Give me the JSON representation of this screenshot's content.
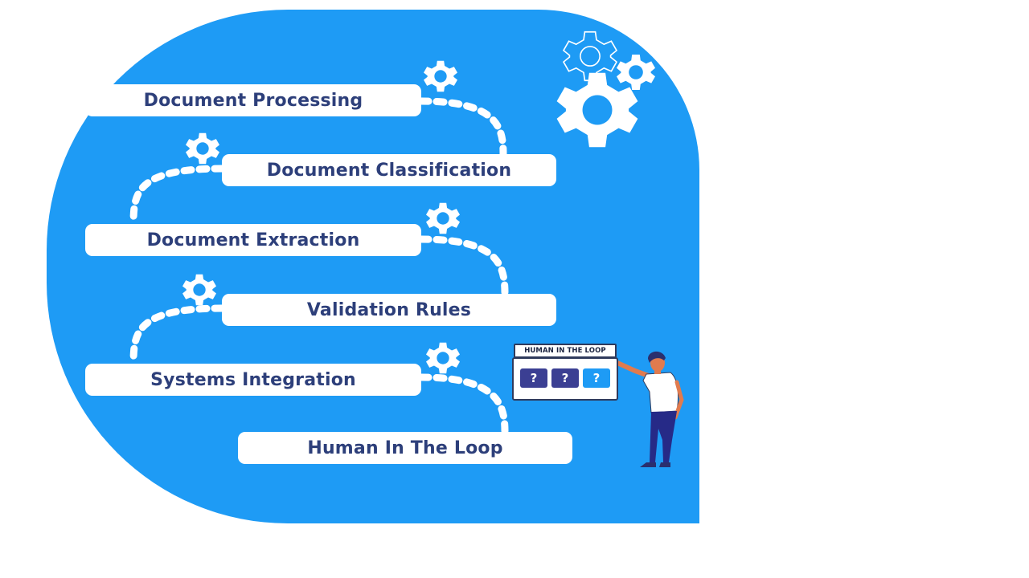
{
  "colors": {
    "background": "#1e9bf5",
    "pill": "#ffffff",
    "text": "#2d3f7a",
    "gear": "#ffffff",
    "dots": "#ffffff"
  },
  "steps": [
    {
      "label": "Document Processing"
    },
    {
      "label": "Document Classification"
    },
    {
      "label": "Document Extraction"
    },
    {
      "label": "Validation Rules"
    },
    {
      "label": "Systems Integration"
    },
    {
      "label": "Human In The Loop"
    }
  ],
  "illustration": {
    "panel_title": "HUMAN IN THE LOOP",
    "question_marks": [
      "?",
      "?",
      "?"
    ]
  }
}
